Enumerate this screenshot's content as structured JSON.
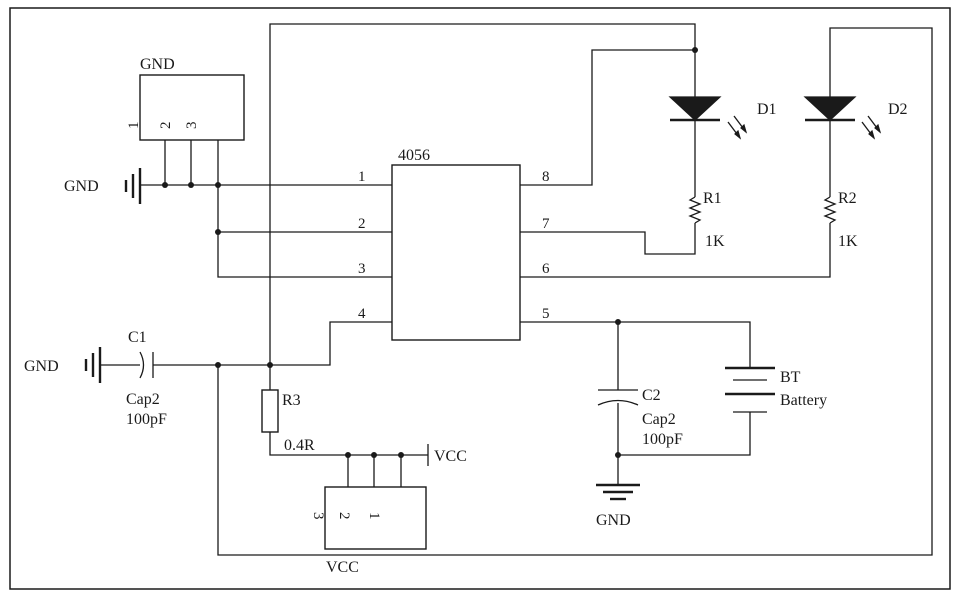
{
  "ic": {
    "name": "4056",
    "pins": [
      "1",
      "2",
      "3",
      "4",
      "5",
      "6",
      "7",
      "8"
    ]
  },
  "gnd_connector": {
    "title": "GND",
    "pins": [
      "1",
      "2",
      "3"
    ]
  },
  "vcc_connector": {
    "title": "VCC",
    "pins": [
      "1",
      "2",
      "3"
    ]
  },
  "left_gnd_top": "GND",
  "left_gnd_bottom": "GND",
  "c1": {
    "ref": "C1",
    "type": "Cap2",
    "value": "100pF"
  },
  "c2": {
    "ref": "C2",
    "type": "Cap2",
    "value": "100pF"
  },
  "r1": {
    "ref": "R1",
    "value": "1K"
  },
  "r2": {
    "ref": "R2",
    "value": "1K"
  },
  "r3": {
    "ref": "R3",
    "value": "0.4R"
  },
  "d1": {
    "ref": "D1"
  },
  "d2": {
    "ref": "D2"
  },
  "battery": {
    "ref": "BT",
    "type": "Battery"
  },
  "vcc_label": "VCC",
  "gnd_bottom": "GND"
}
